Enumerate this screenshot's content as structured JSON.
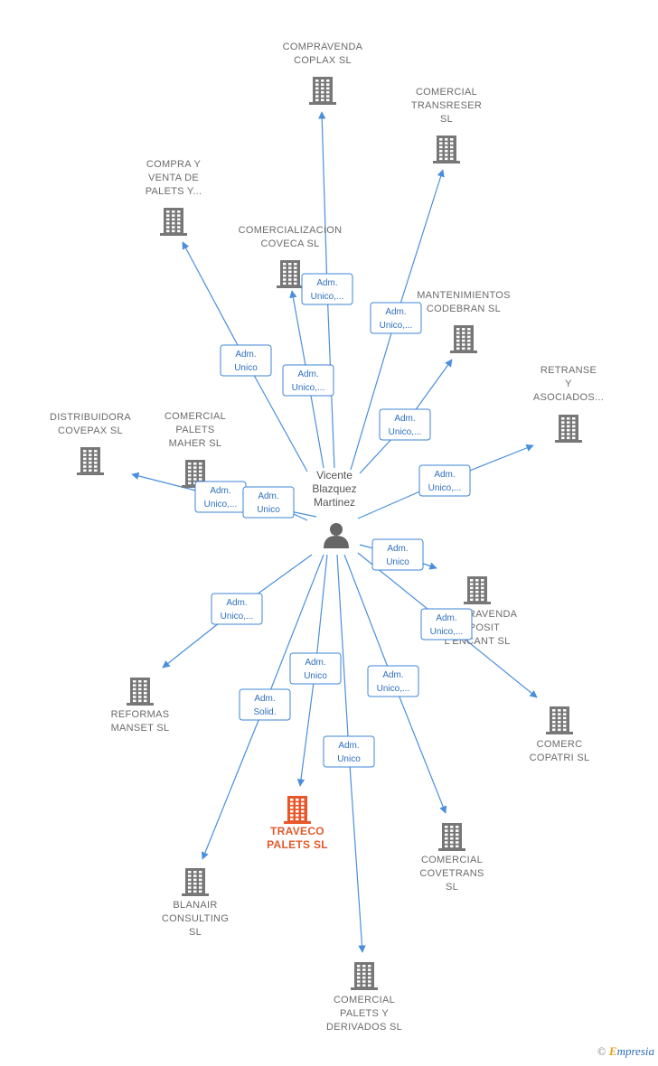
{
  "center_person": {
    "lines": [
      "Vicente",
      "Blazquez",
      "Martinez"
    ],
    "icon": "person-icon"
  },
  "companies": [
    {
      "id": "compraventa-coplax",
      "lines": [
        "COMPRAVENDA",
        "COPLAX  SL"
      ],
      "highlight": false
    },
    {
      "id": "comercial-transreser",
      "lines": [
        "COMERCIAL",
        "TRANSRESER",
        "SL"
      ],
      "highlight": false
    },
    {
      "id": "compra-venta-palets",
      "lines": [
        "COMPRA Y",
        "VENTA DE",
        "PALETS Y..."
      ],
      "highlight": false
    },
    {
      "id": "comercializacion-coveca",
      "lines": [
        "COMERCIALIZACION",
        "COVECA  SL"
      ],
      "highlight": false
    },
    {
      "id": "mantenimientos-codebran",
      "lines": [
        "MANTENIMIENTOS",
        "CODEBRAN  SL"
      ],
      "highlight": false
    },
    {
      "id": "retranse",
      "lines": [
        "RETRANSE",
        "Y",
        "ASOCIADOS..."
      ],
      "highlight": false
    },
    {
      "id": "distribuidora-covepax",
      "lines": [
        "DISTRIBUIDORA",
        "COVEPAX  SL"
      ],
      "highlight": false
    },
    {
      "id": "comercial-palets-maher",
      "lines": [
        "COMERCIAL",
        "PALETS",
        "MAHER  SL"
      ],
      "highlight": false
    },
    {
      "id": "compraventa-deposit",
      "lines": [
        "COMPRAVENDA",
        "DEPOSIT",
        "L'ENCANT SL"
      ],
      "highlight": false
    },
    {
      "id": "comerc-copatri",
      "lines": [
        "COMERC",
        "COPATRI  SL"
      ],
      "highlight": false
    },
    {
      "id": "reformas-manset",
      "lines": [
        "REFORMAS",
        "MANSET  SL"
      ],
      "highlight": false
    },
    {
      "id": "traveco-palets",
      "lines": [
        "TRAVECO",
        "PALETS  SL"
      ],
      "highlight": true
    },
    {
      "id": "comercial-covetrans",
      "lines": [
        "COMERCIAL",
        "COVETRANS",
        "SL"
      ],
      "highlight": false
    },
    {
      "id": "blanair-consulting",
      "lines": [
        "BLANAIR",
        "CONSULTING",
        "SL"
      ],
      "highlight": false
    },
    {
      "id": "comercial-palets-derivados",
      "lines": [
        "COMERCIAL",
        "PALETS Y",
        "DERIVADOS  SL"
      ],
      "highlight": false
    }
  ],
  "edges": [
    {
      "target": "compraventa-coplax",
      "lines": [
        "Adm.",
        "Unico,..."
      ]
    },
    {
      "target": "comercial-transreser",
      "lines": [
        "Adm.",
        "Unico,..."
      ]
    },
    {
      "target": "compra-venta-palets",
      "lines": [
        "Adm.",
        "Unico"
      ]
    },
    {
      "target": "comercializacion-coveca",
      "lines": [
        "Adm.",
        "Unico,..."
      ]
    },
    {
      "target": "mantenimientos-codebran",
      "lines": [
        "Adm.",
        "Unico,..."
      ]
    },
    {
      "target": "retranse",
      "lines": [
        "Adm.",
        "Unico,..."
      ]
    },
    {
      "target": "distribuidora-covepax",
      "lines": [
        "Adm.",
        "Unico,..."
      ]
    },
    {
      "target": "comercial-palets-maher",
      "lines": [
        "Adm.",
        "Unico"
      ]
    },
    {
      "target": "compraventa-deposit",
      "lines": [
        "Adm.",
        "Unico"
      ]
    },
    {
      "target": "comerc-copatri",
      "lines": [
        "Adm.",
        "Unico,..."
      ]
    },
    {
      "target": "reformas-manset",
      "lines": [
        "Adm.",
        "Unico,..."
      ]
    },
    {
      "target": "traveco-palets",
      "lines": [
        "Adm.",
        "Unico"
      ]
    },
    {
      "target": "comercial-covetrans",
      "lines": [
        "Adm.",
        "Unico,..."
      ]
    },
    {
      "target": "blanair-consulting",
      "lines": [
        "Adm.",
        "Solid."
      ]
    },
    {
      "target": "comercial-palets-derivados",
      "lines": [
        "Adm.",
        "Unico"
      ]
    }
  ],
  "colors": {
    "edge": "#4a8fdc",
    "building": "#777777",
    "building_highlight": "#e8562a"
  },
  "footer": {
    "copyright": "©",
    "brand_first": "E",
    "brand_rest": "mpresia"
  }
}
